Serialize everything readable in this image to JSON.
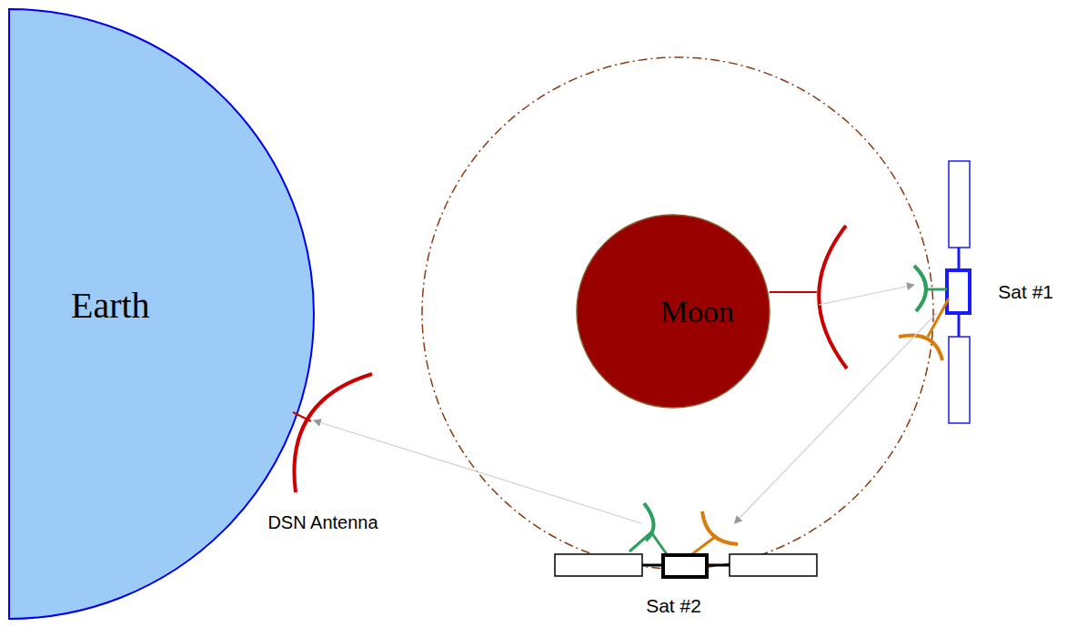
{
  "diagram": {
    "nodes": [
      {
        "text": [
          "Earth"
        ]
      },
      {
        "text": [
          "Moon"
        ]
      },
      {
        "text": [
          "Sat #1"
        ]
      },
      {
        "text": [
          "Sat #2"
        ]
      },
      {
        "text": [
          "DSN Antenna"
        ]
      }
    ],
    "edges": [
      {
        "from": 1,
        "to": 2,
        "arrow": "to"
      },
      {
        "from": 2,
        "to": 3,
        "arrow": "to"
      },
      {
        "from": 3,
        "to": 4,
        "arrow": "to"
      }
    ]
  }
}
